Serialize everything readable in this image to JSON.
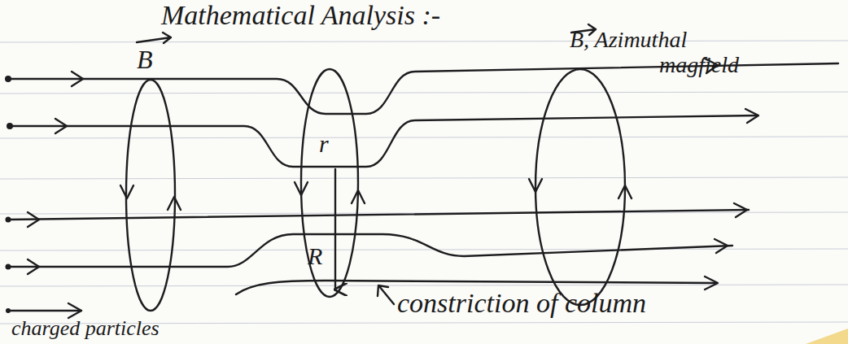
{
  "diagram": {
    "title": "Mathematical Analysis :-",
    "labels": [
      "B",
      "B, Azimuthal magfield",
      "r",
      "R",
      "constriction of column",
      "charged particles"
    ]
  }
}
